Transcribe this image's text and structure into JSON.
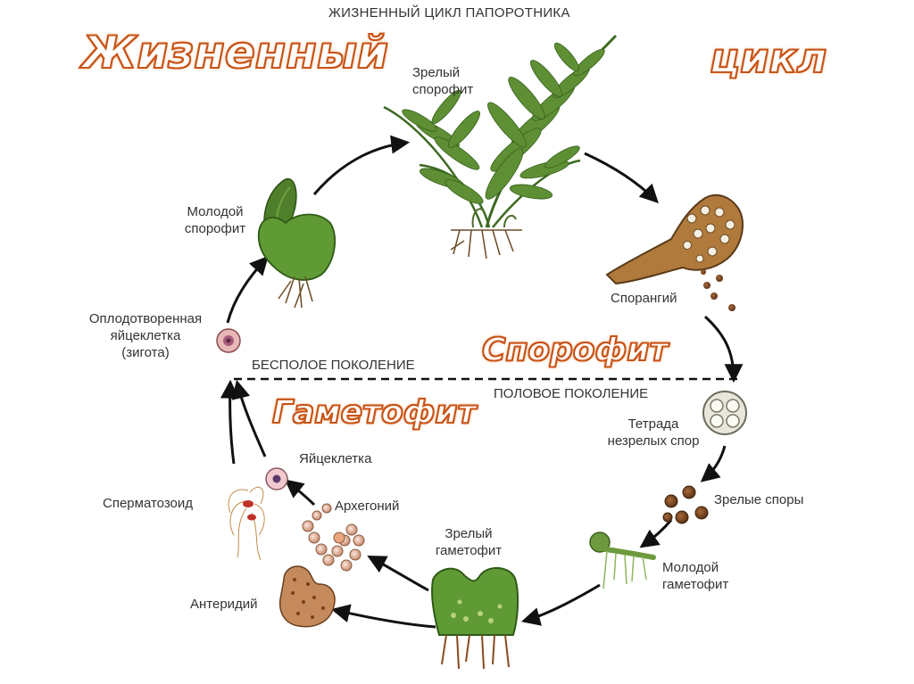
{
  "title": "ЖИЗНЕННЫЙ ЦИКЛ ПАПОРОТНИКА",
  "overlay": {
    "word1": "Жизненный",
    "word2": "цикл",
    "sporophyte": "Спорофит",
    "gametophyte": "Гаметофит"
  },
  "generations": {
    "asexual": "БЕСПОЛОЕ ПОКОЛЕНИЕ",
    "sexual": "ПОЛОВОЕ ПОКОЛЕНИЕ"
  },
  "stages": {
    "mature_sporophyte": [
      "Зрелый",
      "спорофит"
    ],
    "sporangium": "Спорангий",
    "tetrad": [
      "Тетрада",
      "незрелых спор"
    ],
    "mature_spores": "Зрелые споры",
    "young_gametophyte": [
      "Молодой",
      "гаметофит"
    ],
    "mature_gametophyte": [
      "Зрелый",
      "гаметофит"
    ],
    "archegonium": "Архегоний",
    "egg": "Яйцеклетка",
    "spermatozoid": "Сперматозоид",
    "antheridium": "Антеридий",
    "zygote": [
      "Оплодотворенная",
      "яйцеклетка",
      "(зигота)"
    ],
    "young_sporophyte": [
      "Молодой",
      "спорофит"
    ]
  },
  "colors": {
    "accent_orange": "#c95316",
    "leaf_green": "#4f7a2a",
    "dark_green": "#2f5a1c",
    "brown": "#8a5a2b",
    "arrow": "#111111"
  }
}
